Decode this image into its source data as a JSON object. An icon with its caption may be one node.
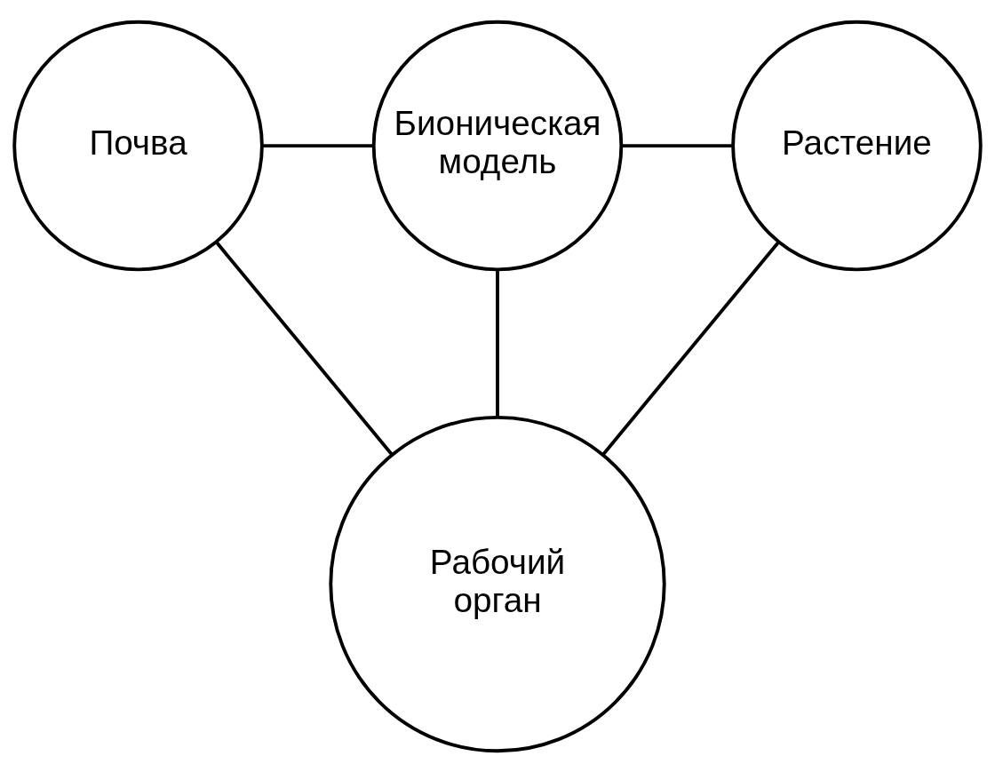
{
  "diagram": {
    "nodes": [
      {
        "text": [
          "Почва"
        ]
      },
      {
        "text": [
          "Бионическая модель"
        ]
      },
      {
        "text": [
          "Растение"
        ]
      },
      {
        "text": [
          "Рабочий орган"
        ]
      }
    ],
    "edges": [
      {
        "from": 0,
        "to": 1,
        "arrow": "none"
      },
      {
        "from": 1,
        "to": 2,
        "arrow": "none"
      },
      {
        "from": 0,
        "to": 3,
        "arrow": "none"
      },
      {
        "from": 1,
        "to": 3,
        "arrow": "none"
      },
      {
        "from": 2,
        "to": 3,
        "arrow": "none"
      }
    ]
  }
}
